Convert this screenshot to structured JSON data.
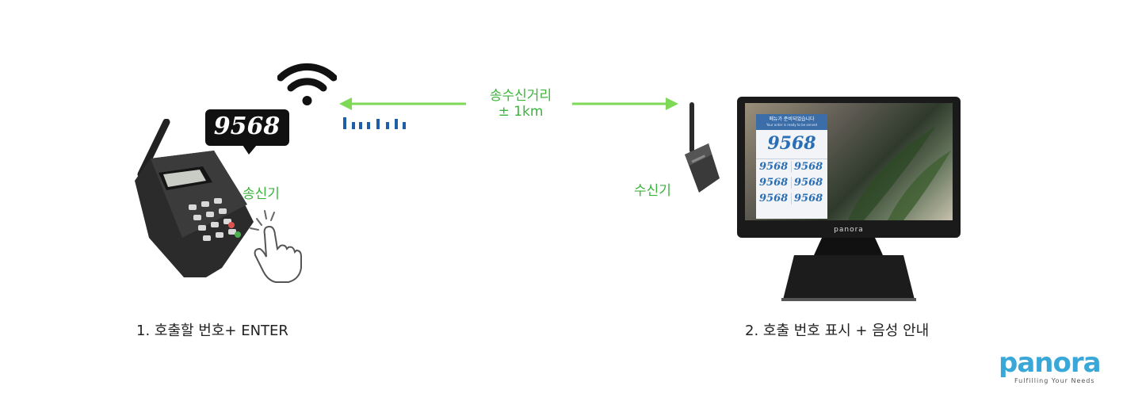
{
  "bubble_number": "9568",
  "transmitter_label": "송신기",
  "receiver_label": "수신기",
  "range_label_line1": "송수신거리",
  "range_label_line2": "± 1km",
  "step1_caption": "1. 호출할 번호+ ENTER",
  "step2_caption": "2. 호출 번호 표시 + 음성 안내",
  "monitor": {
    "header_kr": "메뉴가 준비되었습니다",
    "header_en": "Your order is ready to be served",
    "main_number": "9568",
    "grid_numbers": [
      "9568",
      "9568",
      "9568",
      "9568",
      "9568",
      "9568"
    ],
    "brand": "panora"
  },
  "logo": {
    "name": "panora",
    "tagline": "Fulfilling Your Needs"
  },
  "colors": {
    "arrow": "#7ed957",
    "signal": "#1f5fa8",
    "label_green": "#3cb43c",
    "logo_blue": "#39a7d8"
  }
}
